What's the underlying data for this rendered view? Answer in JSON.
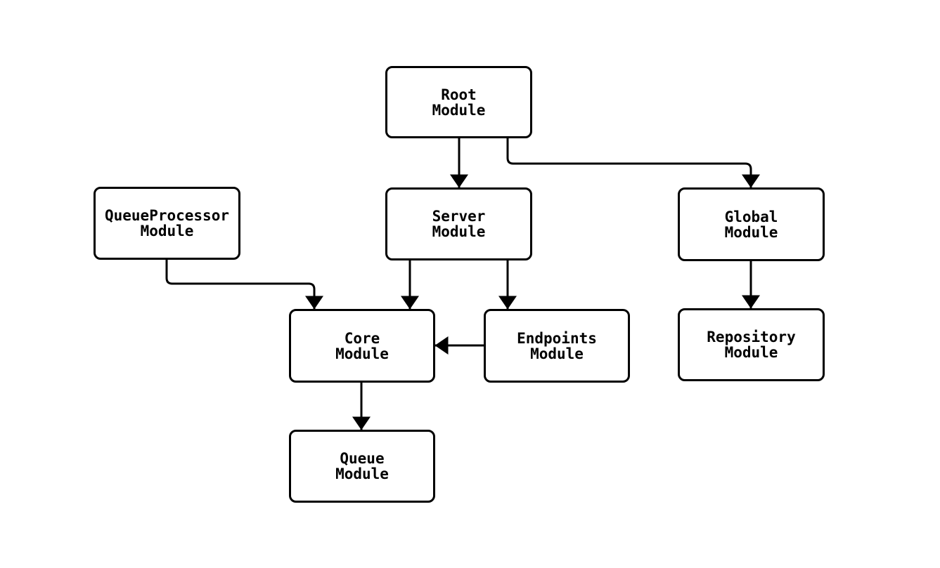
{
  "diagram": {
    "type": "flowchart",
    "background_color": "#ffffff",
    "node_fill_color": "#ffffff",
    "node_border_color": "#000000",
    "edge_color": "#000000",
    "text_color": "#000000",
    "nodes": [
      {
        "id": "root",
        "label": "Root\nModule"
      },
      {
        "id": "queueprocessor",
        "label": "QueueProcessor\nModule"
      },
      {
        "id": "server",
        "label": "Server\nModule"
      },
      {
        "id": "global",
        "label": "Global\nModule"
      },
      {
        "id": "core",
        "label": "Core\nModule"
      },
      {
        "id": "endpoints",
        "label": "Endpoints\nModule"
      },
      {
        "id": "repository",
        "label": "Repository\nModule"
      },
      {
        "id": "queue",
        "label": "Queue\nModule"
      }
    ],
    "edges": [
      {
        "from": "root",
        "to": "server",
        "style": "arrow"
      },
      {
        "from": "root",
        "to": "global",
        "style": "arrow"
      },
      {
        "from": "queueprocessor",
        "to": "core",
        "style": "arrow"
      },
      {
        "from": "server",
        "to": "core",
        "style": "arrow"
      },
      {
        "from": "server",
        "to": "endpoints",
        "style": "arrow"
      },
      {
        "from": "endpoints",
        "to": "core",
        "style": "arrow"
      },
      {
        "from": "global",
        "to": "repository",
        "style": "arrow"
      },
      {
        "from": "core",
        "to": "queue",
        "style": "arrow"
      }
    ]
  }
}
